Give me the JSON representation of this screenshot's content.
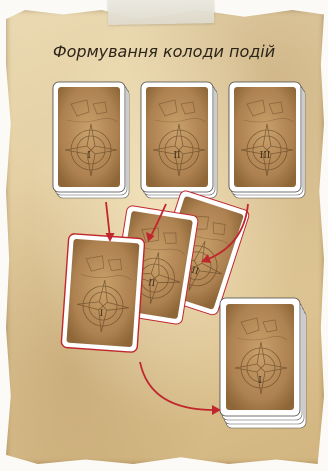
{
  "title": "Формування колоди подій",
  "decks": [
    {
      "id": "deck-1",
      "numeral": "I"
    },
    {
      "id": "deck-2",
      "numeral": "II"
    },
    {
      "id": "deck-3",
      "numeral": "III"
    }
  ],
  "fanned_cards": [
    {
      "numeral": "I"
    },
    {
      "numeral": "II"
    },
    {
      "numeral": "III"
    }
  ],
  "result_deck": {
    "numeral": "I"
  },
  "colors": {
    "parchment": "#e3cd9f",
    "card_face": "#b78a55",
    "card_border": "#ffffff",
    "arrow": "#c0272d",
    "text": "#2b2418"
  }
}
